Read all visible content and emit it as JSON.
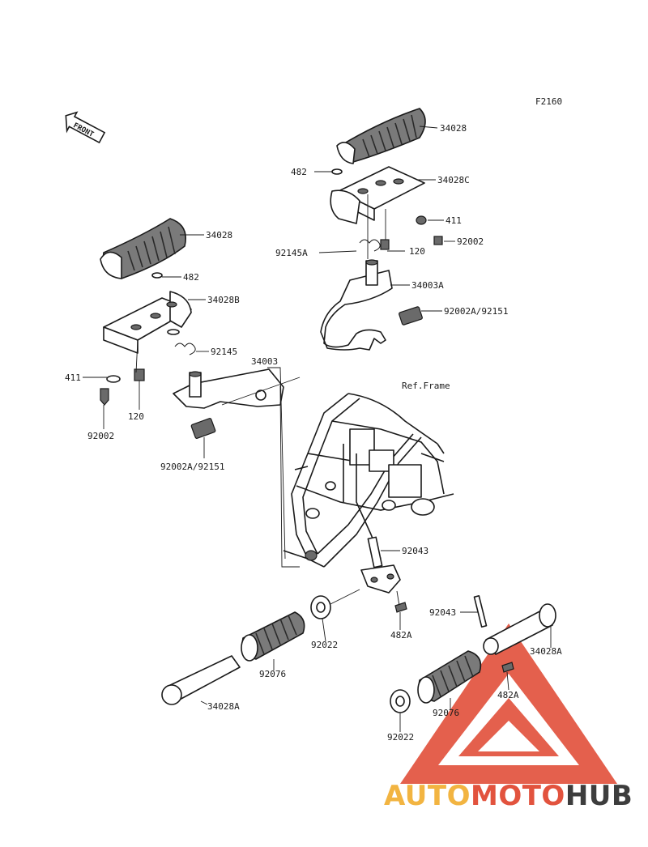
{
  "diagram": {
    "code": "F2160",
    "front_label": "FRONT",
    "ref_frame": "Ref.Frame",
    "labels": {
      "p34028_top": "34028",
      "p482_top": "482",
      "p34028C": "34028C",
      "p411_top": "411",
      "p92002_top": "92002",
      "p92145A": "92145A",
      "p120_top": "120",
      "p34003A": "34003A",
      "p92002A_top": "92002A/92151",
      "p34028_left": "34028",
      "p482_left": "482",
      "p34028B": "34028B",
      "p92145": "92145",
      "p34003": "34003",
      "p411_left": "411",
      "p120_left": "120",
      "p92002_left": "92002",
      "p92002A_left": "92002A/92151",
      "p92043_mid": "92043",
      "p92022_mid": "92022",
      "p482A_mid": "482A",
      "p92076_left": "92076",
      "p34028A_left": "34028A",
      "p92043_right": "92043",
      "p34028A_right": "34028A",
      "p482A_right": "482A",
      "p92076_right": "92076",
      "p92022_right": "92022"
    }
  },
  "watermark": {
    "text_part1": "AUTO",
    "text_part2": "MOTO",
    "text_part3": "HUB",
    "colors": {
      "yellow": "#f2b441",
      "red": "#e2533e",
      "dark": "#3d3d3d"
    }
  }
}
